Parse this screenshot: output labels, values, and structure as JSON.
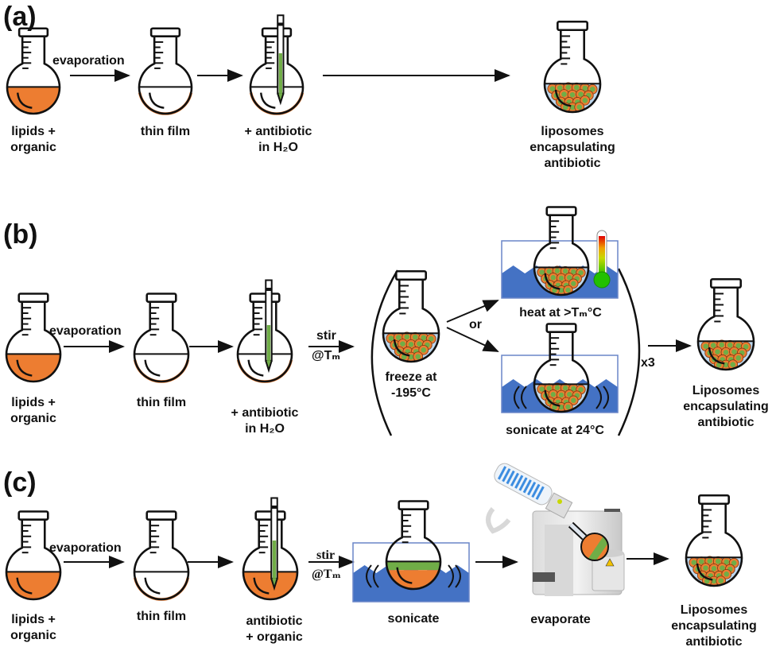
{
  "figure": {
    "colors": {
      "lipid_orange": "#ED7D31",
      "antibiotic_green": "#70AD47",
      "water_blue": "#4472C4",
      "liposome_fill": "#BDD7EE",
      "outline": "#111111"
    },
    "panels": [
      {
        "label": "(a)",
        "steps": [
          {
            "caption_lines": [
              "lipids +",
              "organic"
            ]
          },
          {
            "caption_lines": [
              "thin film"
            ]
          },
          {
            "caption_lines": [
              "+ antibiotic",
              "in H₂O"
            ]
          },
          {
            "caption_lines": [
              "liposomes",
              "encapsulating",
              "antibiotic"
            ]
          }
        ],
        "arrows": [
          {
            "label": "evaporation"
          },
          {
            "label": ""
          },
          {
            "label": ""
          }
        ]
      },
      {
        "label": "(b)",
        "steps": [
          {
            "caption_lines": [
              "lipids +",
              "organic"
            ]
          },
          {
            "caption_lines": [
              "thin film"
            ]
          },
          {
            "caption_lines": [
              "+ antibiotic",
              "in H₂O"
            ]
          },
          {
            "caption_lines": [
              "freeze at",
              "-195°C"
            ]
          },
          {
            "caption_lines": [
              "heat at >Tₘ°C"
            ]
          },
          {
            "caption_lines": [
              "sonicate at 24°C"
            ]
          },
          {
            "caption_lines": [
              "Liposomes",
              "encapsulating",
              "antibiotic"
            ]
          }
        ],
        "arrows": [
          {
            "label": "evaporation"
          },
          {
            "label": ""
          },
          {
            "label_top": "stir",
            "label_bottom": "@Tₘ"
          },
          {
            "label": "or"
          },
          {
            "label": ""
          }
        ],
        "repeat_label": "x3"
      },
      {
        "label": "(c)",
        "steps": [
          {
            "caption_lines": [
              "lipids +",
              "organic"
            ]
          },
          {
            "caption_lines": [
              "thin film"
            ]
          },
          {
            "caption_lines": [
              "antibiotic",
              "+ organic"
            ]
          },
          {
            "caption_lines": [
              "sonicate"
            ]
          },
          {
            "caption_lines": [
              "evaporate"
            ]
          },
          {
            "caption_lines": [
              "Liposomes",
              "encapsulating",
              "antibiotic"
            ]
          }
        ],
        "arrows": [
          {
            "label": "evaporation"
          },
          {
            "label": ""
          },
          {
            "label_top": "stir",
            "label_bottom": "@Tₘ"
          },
          {
            "label": ""
          },
          {
            "label": ""
          }
        ]
      }
    ]
  }
}
